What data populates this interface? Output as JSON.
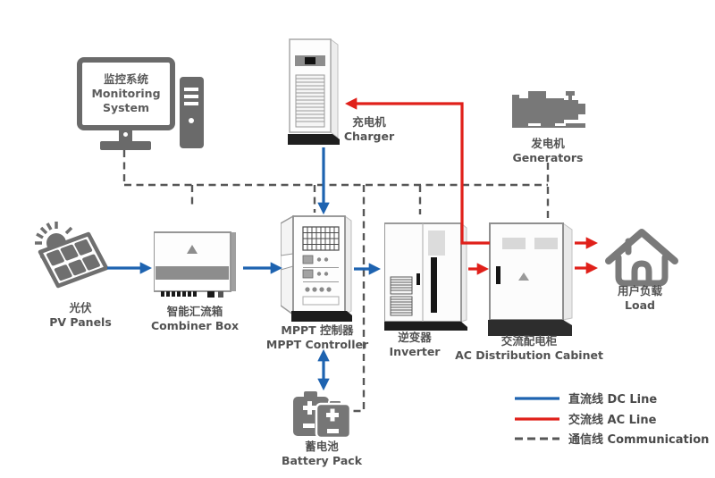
{
  "colors": {
    "dc_line": "#1e63b0",
    "ac_line": "#e0201a",
    "communication_line": "#575757",
    "icon_gray": "#757575",
    "label_text": "#525252"
  },
  "components": {
    "monitoring": {
      "screen_line1": "监控系统",
      "screen_line2": "Monitoring",
      "screen_line3": "System"
    },
    "charger": {
      "zh": "充电机",
      "en": "Charger"
    },
    "generators": {
      "zh": "发电机",
      "en": "Generators"
    },
    "pv": {
      "zh": "光伏",
      "en": "PV Panels"
    },
    "combiner": {
      "zh": "智能汇流箱",
      "en": "Combiner Box"
    },
    "mppt": {
      "zh": "MPPT 控制器",
      "en": "MPPT Controller"
    },
    "inverter": {
      "zh": "逆变器",
      "en": "Inverter"
    },
    "ac_cabinet": {
      "zh": "交流配电柜",
      "en": "AC Distribution Cabinet"
    },
    "load": {
      "zh": "用户负载",
      "en": "Load"
    },
    "battery": {
      "zh": "蓄电池",
      "en": "Battery Pack"
    }
  },
  "legend": {
    "dc": "直流线 DC Line",
    "ac": "交流线 AC Line",
    "comm": "通信线 Communication"
  }
}
